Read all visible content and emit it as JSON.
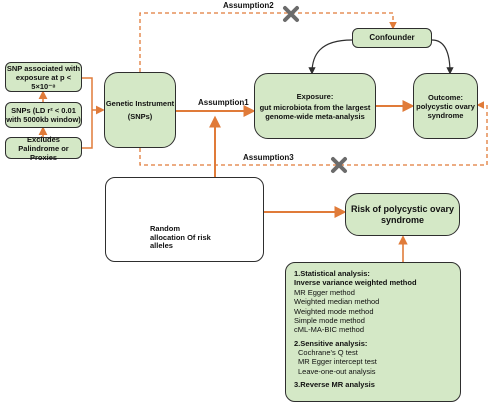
{
  "colors": {
    "box_fill": "#d4e8c6",
    "arrow": "#e07b39",
    "border": "#2e2e2e"
  },
  "snp_boxes": [
    "SNP associated with exposure at p < 5×10⁻⁸",
    "SNPs (LD r² < 0.01 with 5000kb window)",
    "Excludes Palindrome or Proxies"
  ],
  "genetic_instrument": {
    "title": "Genetic Instrument",
    "subtitle": "(SNPs)"
  },
  "assumption1": "Assumption1",
  "assumption2": "Assumption2",
  "assumption3": "Assumption3",
  "confounder": "Confounder",
  "exposure": {
    "title": "Exposure:",
    "body": "gut microbiota from the largest genome-wide meta-analysis"
  },
  "outcome": {
    "title": "Outcome:",
    "body": "polycystic ovary syndrome"
  },
  "random_allocation": "Random allocation Of risk alleles",
  "risk": "Risk of polycystic ovary syndrome",
  "analysis": {
    "s1_title": "1.Statistical analysis:",
    "s1_items": [
      "Inverse variance weighted method",
      "MR Egger method",
      "Weighted median method",
      "Weighted mode method",
      "Simple mode method",
      "cML-MA-BIC method"
    ],
    "s2_title": "2.Sensitive analysis:",
    "s2_items": [
      "Cochrane's Q test",
      "MR Egger intercept test",
      "Leave-one-out analysis"
    ],
    "s3_title": "3.Reverse MR analysis"
  }
}
